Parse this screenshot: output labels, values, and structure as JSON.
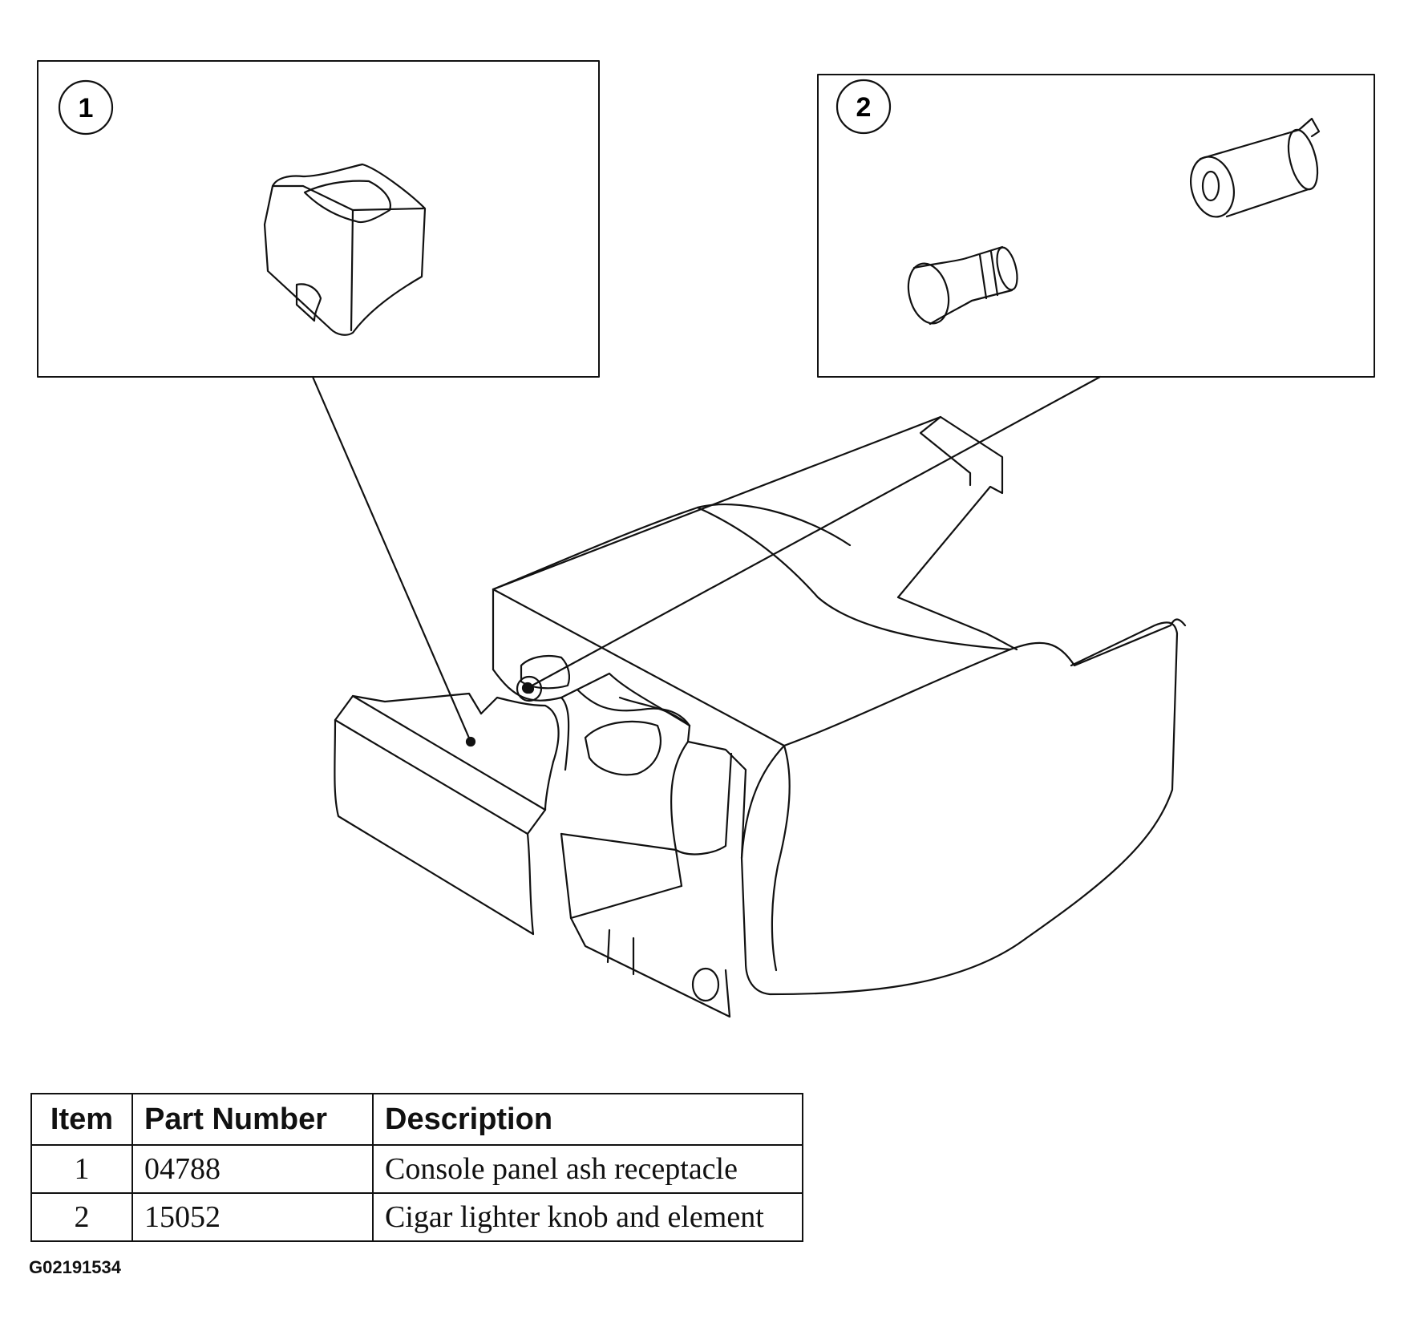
{
  "callouts": [
    {
      "number": "1"
    },
    {
      "number": "2"
    }
  ],
  "table": {
    "headers": [
      "Item",
      "Part Number",
      "Description"
    ],
    "rows": [
      {
        "item": "1",
        "part_number": "04788",
        "description": "Console panel ash receptacle"
      },
      {
        "item": "2",
        "part_number": "15052",
        "description": "Cigar lighter knob and element"
      }
    ]
  },
  "figure_id": "G02191534"
}
